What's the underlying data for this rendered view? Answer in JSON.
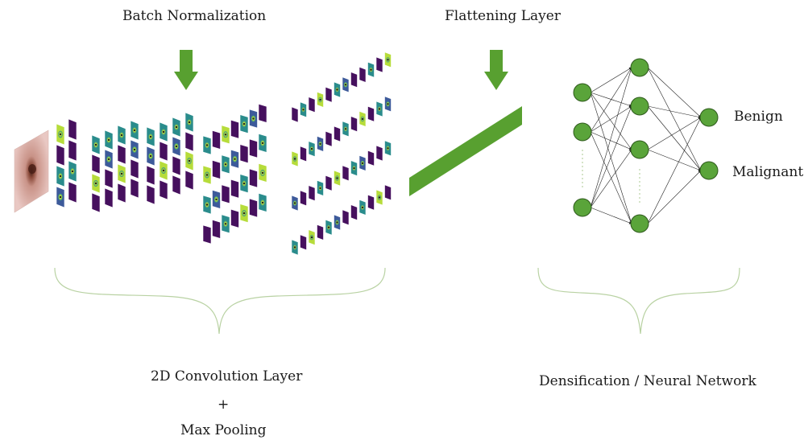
{
  "labels": {
    "batch_normalization": "Batch Normalization",
    "flattening_layer": "Flattening Layer",
    "conv_layer": "2D Convolution Layer",
    "plus": "+",
    "max_pooling": "Max Pooling",
    "dense_network": "Densification /  Neural Network",
    "benign": "Benign",
    "malignant": "Malignant"
  },
  "network": {
    "input_neurons": 3,
    "hidden_neurons": 4,
    "output_neurons": 2
  },
  "colors": {
    "arrow_green": "#58a030",
    "neuron_fill": "#5aa43a",
    "neuron_stroke": "#2e5a1c",
    "brace": "#b9d2a3",
    "fm_dark": "#46105e",
    "fm_teal": "#2a8c8c",
    "fm_bright": "#b6dc3a"
  },
  "icons": [
    "down-arrow-icon",
    "down-arrow-icon",
    "lesion-input-image"
  ]
}
